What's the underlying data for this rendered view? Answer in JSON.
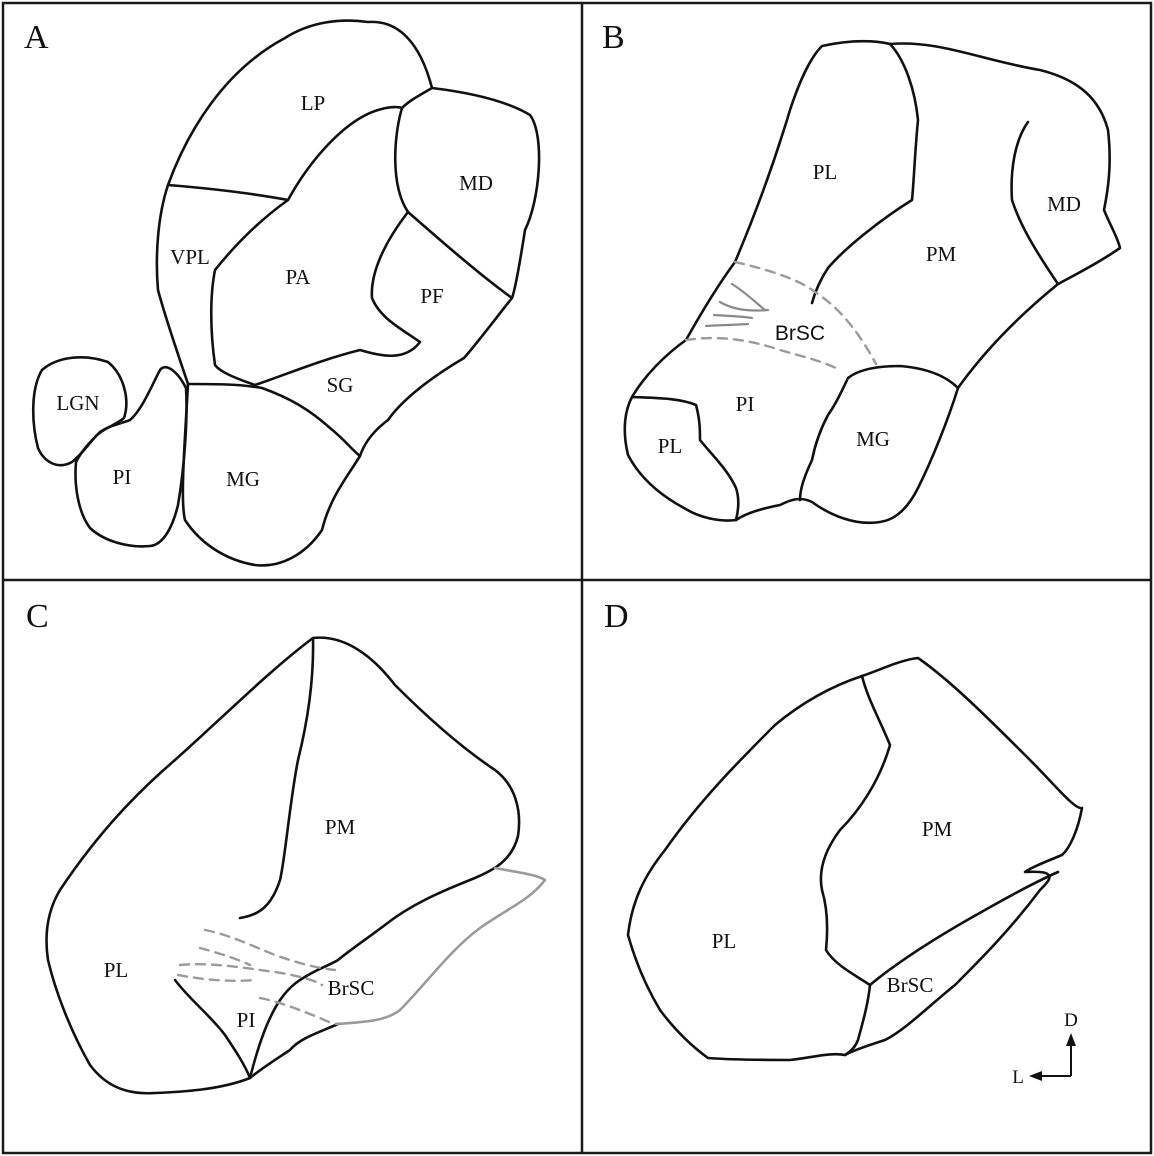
{
  "panels": {
    "A": {
      "letter": "A",
      "regions": {
        "LP": "LP",
        "MD": "MD",
        "VPL": "VPL",
        "PA": "PA",
        "PF": "PF",
        "SG": "SG",
        "LGN": "LGN",
        "PI": "PI",
        "MG": "MG"
      }
    },
    "B": {
      "letter": "B",
      "regions": {
        "PL_top": "PL",
        "MD": "MD",
        "PM": "PM",
        "BrSC": "BrSC",
        "PI": "PI",
        "PL_bottom": "PL",
        "MG": "MG"
      }
    },
    "C": {
      "letter": "C",
      "regions": {
        "PM": "PM",
        "PL": "PL",
        "BrSC": "BrSC",
        "PI": "PI"
      }
    },
    "D": {
      "letter": "D",
      "regions": {
        "PM": "PM",
        "PL": "PL",
        "BrSC": "BrSC"
      }
    }
  },
  "orientation": {
    "dorsal": "D",
    "lateral": "L"
  },
  "colors": {
    "outline": "#111111",
    "brsc_gray": "#9a9a9a",
    "background": "#ffffff"
  }
}
